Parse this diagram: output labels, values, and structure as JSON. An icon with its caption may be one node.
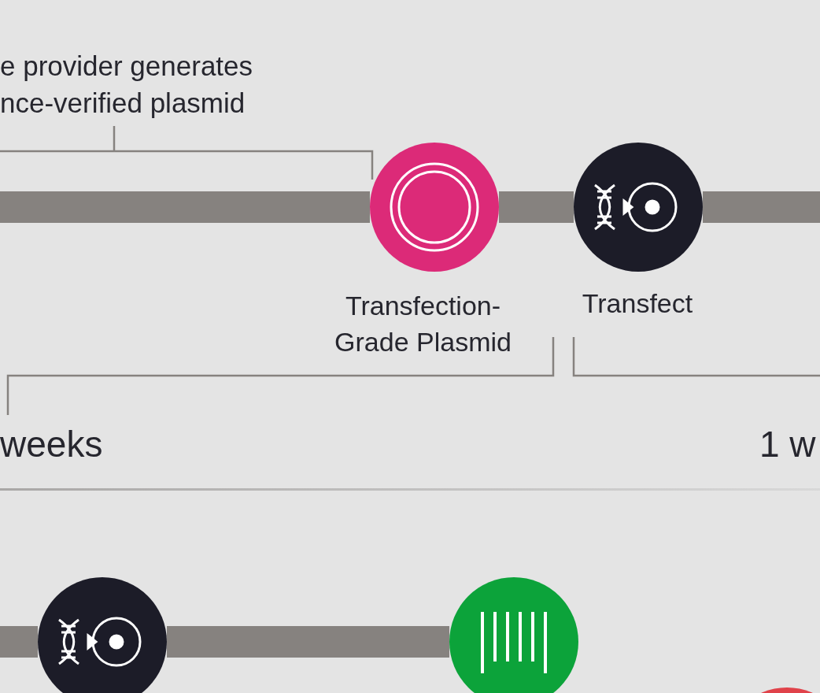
{
  "diagram": {
    "nodes": [
      {
        "text": [
          "Transfection-Grade Plasmid"
        ]
      },
      {
        "text": [
          "Transfect"
        ]
      },
      {
        "text": [],
        "shape": "circle"
      },
      {
        "text": [],
        "shape": "circle"
      },
      {
        "text": [],
        "shape": "circle"
      }
    ],
    "edges": [
      {
        "from": null,
        "to": 0,
        "arrow": "none"
      },
      {
        "from": 0,
        "to": 1,
        "arrow": "none"
      },
      {
        "from": 1,
        "to": null,
        "arrow": "none"
      },
      {
        "from": null,
        "to": 2,
        "arrow": "none"
      },
      {
        "from": 2,
        "to": 3,
        "arrow": "none"
      }
    ],
    "labels": [
      "e provider generates nce-verified plasmid",
      "weeks",
      "1 w"
    ]
  }
}
